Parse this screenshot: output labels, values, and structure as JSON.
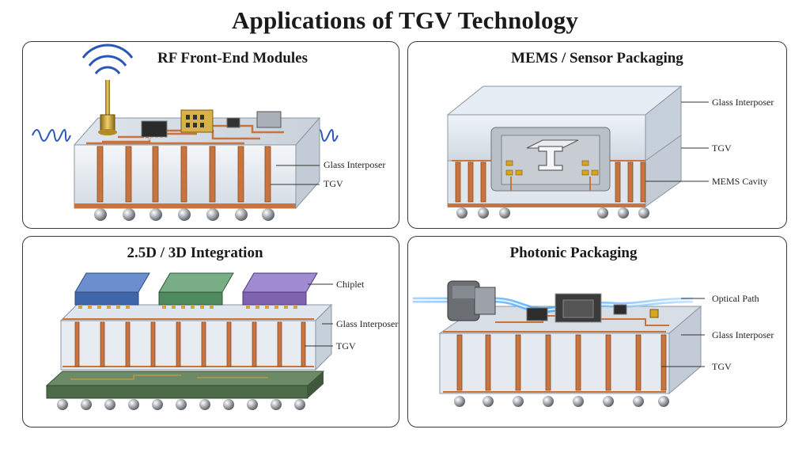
{
  "title": "Applications of TGV Technology",
  "panels": {
    "rf": {
      "title": "RF Front-End Modules",
      "labels": {
        "glass": "Glass Interposer",
        "tgv": "TGV"
      }
    },
    "mems": {
      "title": "MEMS / Sensor Packaging",
      "labels": {
        "glass": "Glass Interposer",
        "tgv": "TGV",
        "cavity": "MEMS Cavity"
      }
    },
    "integration": {
      "title": "2.5D / 3D Integration",
      "labels": {
        "chiplet": "Chiplet",
        "glass": "Glass Interposer",
        "tgv": "TGV"
      }
    },
    "photonic": {
      "title": "Photonic Packaging",
      "labels": {
        "optical": "Optical Path",
        "glass": "Glass Interposer",
        "tgv": "TGV"
      }
    }
  },
  "colors": {
    "copper": "#c8743f",
    "glass": "#dfe6ee",
    "chipletBlue": "#3f66a8",
    "chipletGreen": "#4f8a5e",
    "chipletPurple": "#7d63b0",
    "substrate": "#4d6b48",
    "wave": "#2a56b8",
    "beam": "#4aa8ff"
  }
}
